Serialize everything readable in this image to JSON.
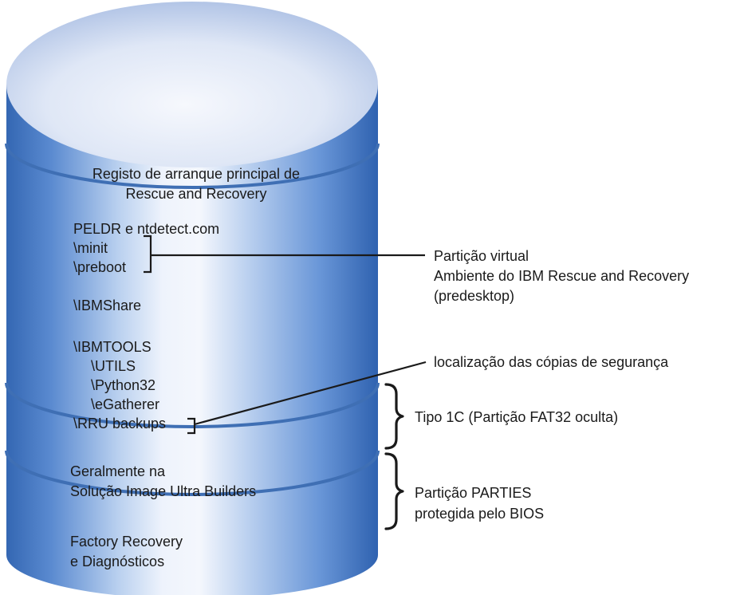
{
  "cylinder": {
    "sections": {
      "mbr": {
        "line1": "Registo de arranque principal de",
        "line2": "Rescue and Recovery"
      },
      "fat32": {
        "peldr": "PELDR e ntdetect.com",
        "minit": "\\minit",
        "preboot": "\\preboot",
        "ibmshare": "\\IBMShare",
        "ibmtools": "\\IBMTOOLS",
        "utils": "\\UTILS",
        "python32": "\\Python32",
        "egatherer": "\\eGatherer",
        "rru_backups": "\\RRU backups"
      },
      "image_ultra": {
        "line1": "Geralmente na",
        "line2": "Solução Image Ultra Builders"
      },
      "factory": {
        "line1": "Factory Recovery",
        "line2": "e Diagnósticos"
      }
    }
  },
  "callouts": {
    "virtual_partition": {
      "line1": "Partição virtual",
      "line2": "Ambiente do IBM Rescue and Recovery",
      "line3": "(predesktop)"
    },
    "backup_location": {
      "label": "localização das cópias de segurança"
    },
    "type_1c": {
      "label": "Tipo 1C (Partição FAT32 oculta)"
    },
    "parties": {
      "line1": "Partição PARTIES",
      "line2": "protegida pelo BIOS"
    }
  },
  "colors": {
    "cylinder_light": "#f2f6fd",
    "cylinder_mid": "#7ea8e0",
    "cylinder_dark": "#2f62b0",
    "top_light": "#f4f7fc",
    "top_dark": "#a9bee2",
    "separator": "#3f6fb4",
    "text": "#1a1a1a"
  }
}
